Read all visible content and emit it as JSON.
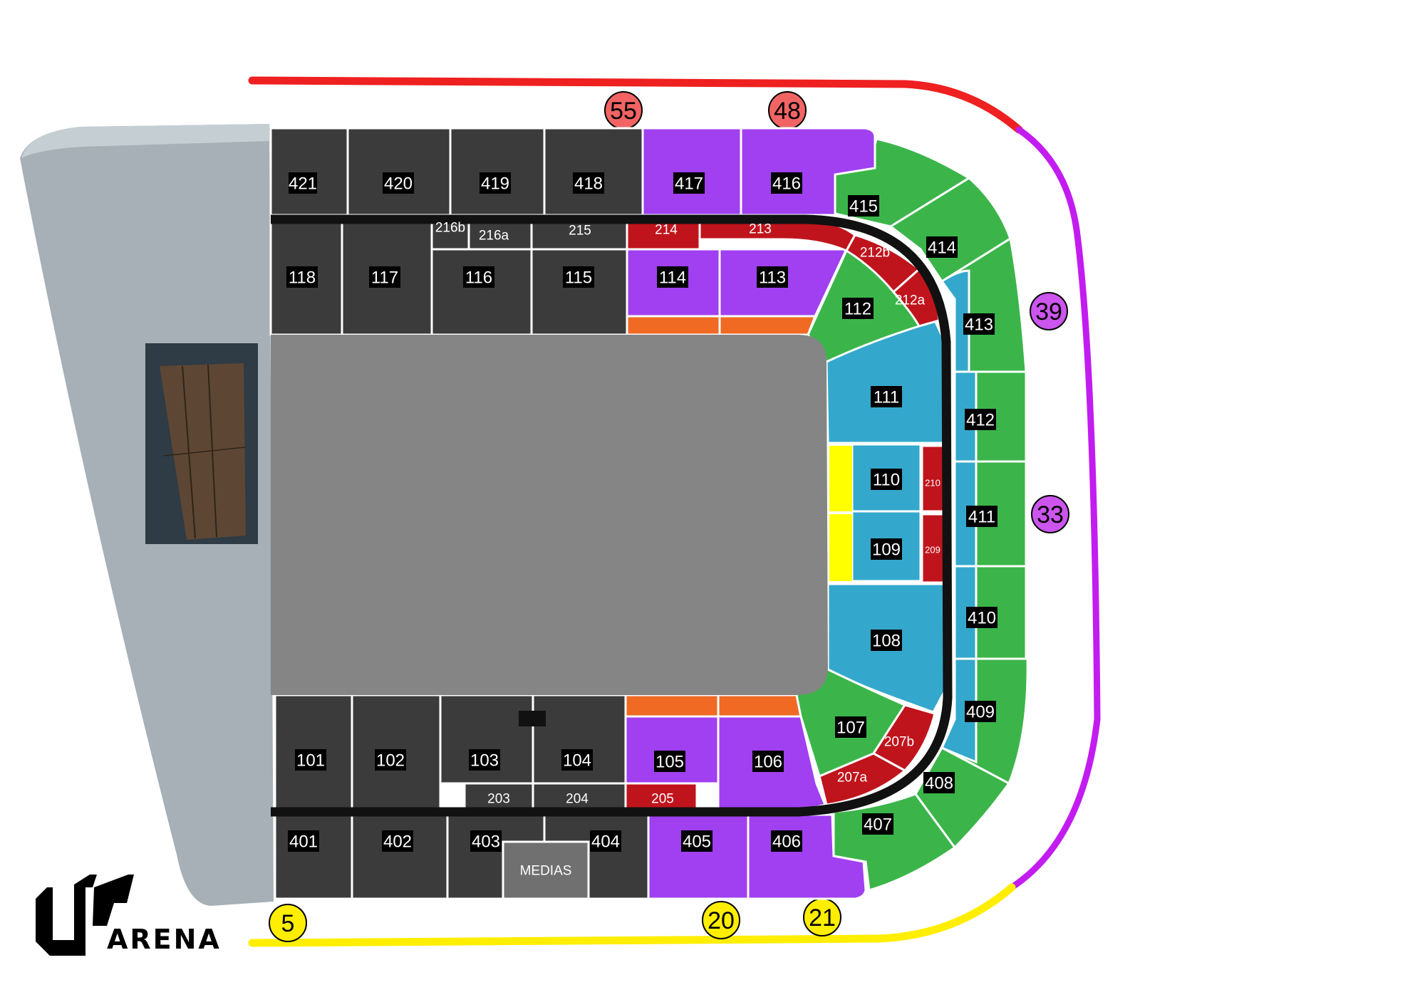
{
  "colors": {
    "dark": "#3b3b3b",
    "purple": "#a040f0",
    "green": "#3bb54a",
    "blue": "#34a8cc",
    "red": "#c0141c",
    "orange": "#f06a24",
    "yellow": "#ffff00",
    "floor": "#858585",
    "route_red": "#ee2020",
    "route_purple": "#c21cf0",
    "route_yellow": "#ffee00",
    "gate_red": "#f26464",
    "gate_purple": "#cc55ee",
    "gate_yellow": "#ffee00"
  },
  "sections": {
    "s421": "421",
    "s420": "420",
    "s419": "419",
    "s418": "418",
    "s417": "417",
    "s416": "416",
    "s415": "415",
    "s414": "414",
    "s413": "413",
    "s412": "412",
    "s411": "411",
    "s410": "410",
    "s409": "409",
    "s408": "408",
    "s407": "407",
    "s406": "406",
    "s405": "405",
    "s404": "404",
    "s403": "403",
    "s402": "402",
    "s401": "401",
    "s118": "118",
    "s117": "117",
    "s116": "116",
    "s115": "115",
    "s114": "114",
    "s113": "113",
    "s112": "112",
    "s111": "111",
    "s110": "110",
    "s109": "109",
    "s108": "108",
    "s107": "107",
    "s106": "106",
    "s105": "105",
    "s104": "104",
    "s103": "103",
    "s102": "102",
    "s101": "101",
    "s216b": "216b",
    "s216a": "216a",
    "s215": "215",
    "s214": "214",
    "s213": "213",
    "s212b": "212b",
    "s212a": "212a",
    "s210": "210",
    "s209": "209",
    "s207b": "207b",
    "s207a": "207a",
    "s205": "205",
    "s204": "204",
    "s203": "203",
    "medias": "MEDIAS"
  },
  "gates": {
    "g55": "55",
    "g48": "48",
    "g39": "39",
    "g33": "33",
    "g5": "5",
    "g20": "20",
    "g21": "21"
  },
  "logo": {
    "text": "ARENA"
  }
}
